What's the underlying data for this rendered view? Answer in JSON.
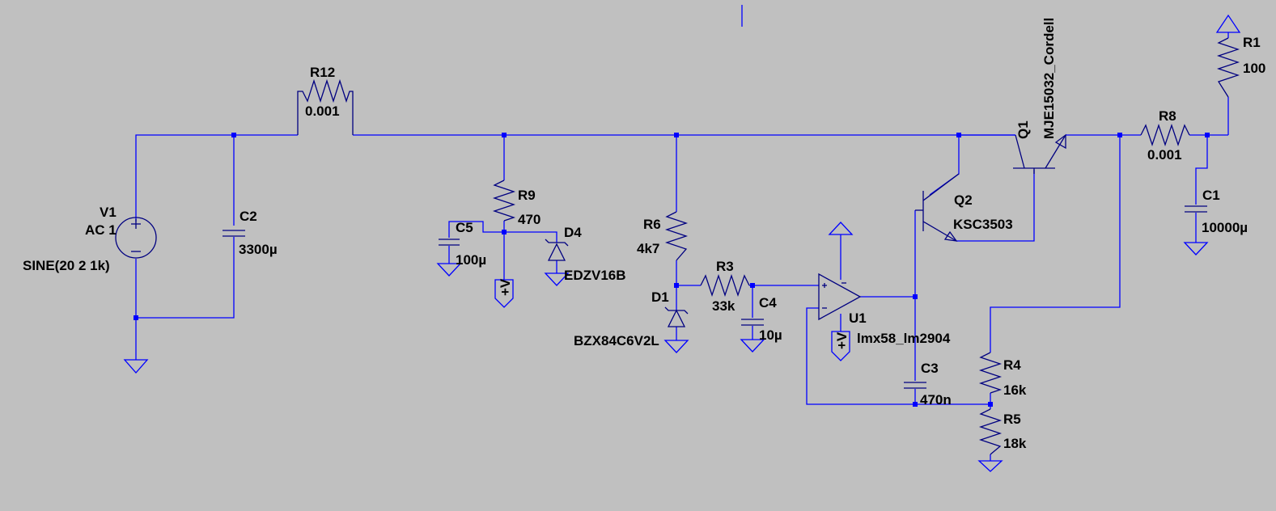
{
  "colors": {
    "background": "#c0c0c0",
    "wire": "#0000ff",
    "component": "#000080",
    "text": "#000000"
  },
  "components": {
    "V1": {
      "name": "V1",
      "value": "AC 1",
      "spice": "SINE(20 2 1k)"
    },
    "R12": {
      "name": "R12",
      "value": "0.001"
    },
    "C2": {
      "name": "C2",
      "value": "3300µ"
    },
    "R9": {
      "name": "R9",
      "value": "470"
    },
    "C5": {
      "name": "C5",
      "value": "100µ"
    },
    "D4": {
      "name": "D4",
      "value": "EDZV16B"
    },
    "R6": {
      "name": "R6",
      "value": "4k7"
    },
    "D1": {
      "name": "D1",
      "value": "BZX84C6V2L"
    },
    "R3": {
      "name": "R3",
      "value": "33k"
    },
    "C4": {
      "name": "C4",
      "value": "10µ"
    },
    "U1": {
      "name": "U1",
      "value": "lmx58_lm2904"
    },
    "Q2": {
      "name": "Q2",
      "value": "KSC3503"
    },
    "Q1": {
      "name": "Q1",
      "value": "MJE15032_Cordell"
    },
    "C3": {
      "name": "C3",
      "value": "470n"
    },
    "R4": {
      "name": "R4",
      "value": "16k"
    },
    "R5": {
      "name": "R5",
      "value": "18k"
    },
    "R8": {
      "name": "R8",
      "value": "0.001"
    },
    "C1": {
      "name": "C1",
      "value": "10000µ"
    },
    "R1": {
      "name": "R1",
      "value": "100"
    }
  },
  "flags": {
    "supply_label": "+V"
  }
}
